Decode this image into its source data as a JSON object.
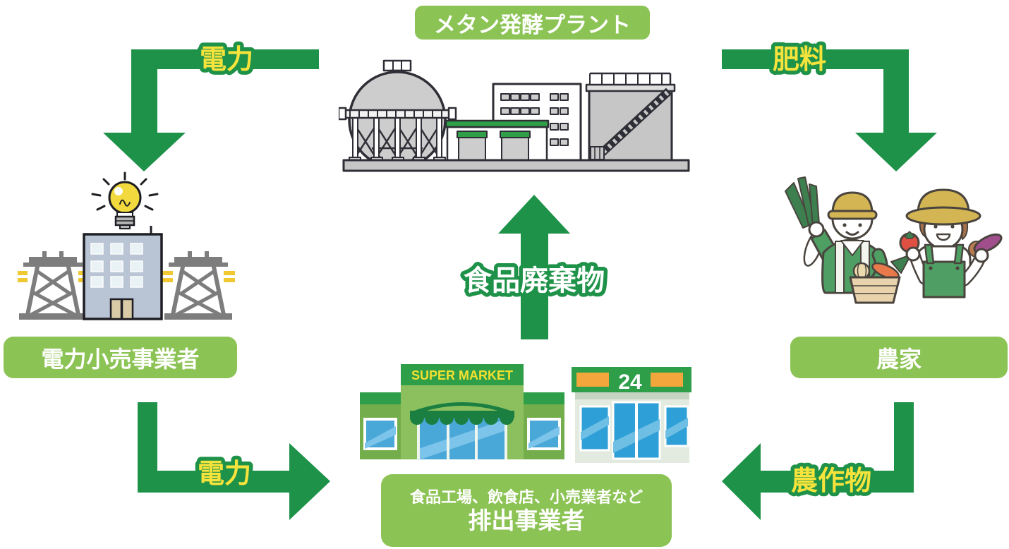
{
  "title": {
    "plant_badge": "メタン発酵プラント"
  },
  "nodes": {
    "power_retailer": "電力小売事業者",
    "farmer": "農家",
    "producer_line1": "食品工場、飲食店、小売業者など",
    "producer_line2": "排出事業者"
  },
  "flows": {
    "electricity_top": "電力",
    "fertilizer": "肥料",
    "food_waste": "食品廃棄物",
    "electricity_bottom": "電力",
    "crops": "農作物"
  },
  "store_signs": {
    "supermarket": "SUPER MARKET",
    "convenience": "24"
  },
  "colors": {
    "arrow_green": "#1e9249",
    "pill_green": "#8cc355",
    "flow_label_yellow": "#f6e33b",
    "flow_label_white": "#ffffff",
    "plant_accent_green": "#2fa048"
  }
}
